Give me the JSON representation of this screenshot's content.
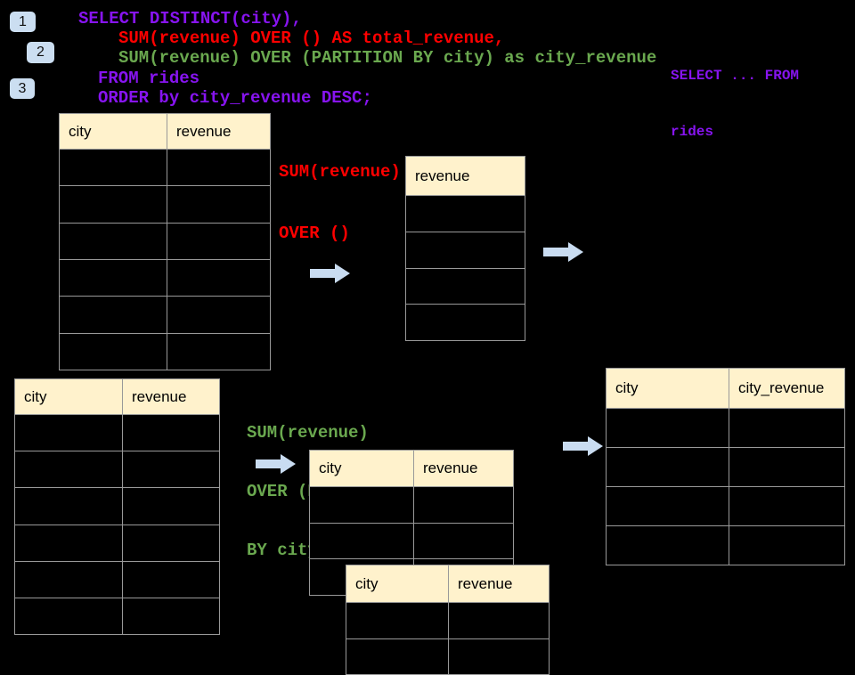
{
  "colors": {
    "purple": "#8714F0",
    "red": "#FF0000",
    "green": "#6AA84F",
    "arrow_blue": "#C9DCF1",
    "badge_blue": "#CBDEF1",
    "table_header_bg": "#FFF2CC",
    "table_border": "#999999",
    "background": "#000000"
  },
  "badges": [
    {
      "label": "1"
    },
    {
      "label": "2"
    },
    {
      "label": "3"
    }
  ],
  "sql": {
    "lines": [
      {
        "text": "SELECT DISTINCT(city),",
        "color": "purple"
      },
      {
        "text": "SUM(revenue) OVER () AS total_revenue,",
        "color": "red"
      },
      {
        "text": "SUM(revenue) OVER (PARTITION BY city) as city_revenue",
        "color": "green"
      },
      {
        "text": "FROM rides",
        "color": "purple"
      },
      {
        "text": "ORDER by city_revenue DESC;",
        "color": "purple"
      }
    ]
  },
  "side_note": {
    "lines": [
      "SELECT ... FROM",
      "rides"
    ],
    "color": "purple"
  },
  "annotations": {
    "total": {
      "lines": [
        "SUM(revenue)",
        "OVER ()"
      ],
      "color": "red"
    },
    "partition": {
      "lines": [
        "SUM(revenue)",
        "OVER (PARTITION",
        "BY city)"
      ],
      "color": "green"
    }
  },
  "tables": {
    "source_top": {
      "headers": [
        "city",
        "revenue"
      ],
      "empty_rows": 6
    },
    "total_result": {
      "headers": [
        "revenue"
      ],
      "empty_rows": 4
    },
    "source_bottom": {
      "headers": [
        "city",
        "revenue"
      ],
      "empty_rows": 6
    },
    "partition_back": {
      "headers": [
        "city",
        "revenue"
      ],
      "empty_rows": 3
    },
    "partition_front": {
      "headers": [
        "city",
        "revenue"
      ],
      "empty_rows": 2
    },
    "city_revenue_result": {
      "headers": [
        "city",
        "city_revenue"
      ],
      "empty_rows": 4
    }
  },
  "icons": {
    "flow_arrow": "right-arrow"
  }
}
